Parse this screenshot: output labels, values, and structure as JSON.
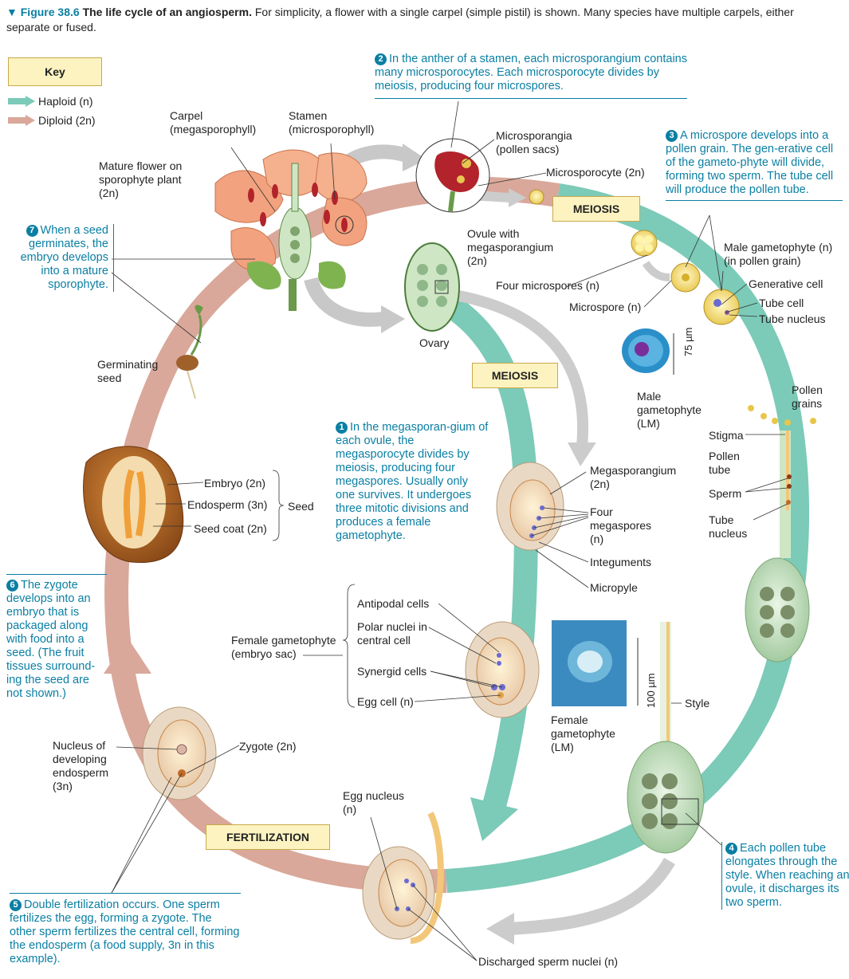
{
  "caption": {
    "figure": "▼ Figure 38.6",
    "title": "The life cycle of an angiosperm.",
    "text": "For simplicity, a flower with a single carpel (simple pistil) is shown. Many species have multiple carpels, either separate or fused."
  },
  "key": {
    "title": "Key",
    "haploid": "Haploid (n)",
    "diploid": "Diploid (2n)",
    "haploid_color": "#7ccab8",
    "diploid_color": "#d9a89a"
  },
  "stages": {
    "meiosis_top": "MEIOSIS",
    "meiosis_mid": "MEIOSIS",
    "fertilization": "FERTILIZATION"
  },
  "steps": {
    "s1": {
      "num": "1",
      "text": "In the megasporan-gium of each ovule, the megasporocyte divides by meiosis, producing four megaspores. Usually only one survives. It undergoes three mitotic divisions and produces a female gametophyte."
    },
    "s2": {
      "num": "2",
      "text": "In the anther of a stamen, each microsporangium contains many microsporocytes. Each microsporocyte divides by meiosis, producing four microspores."
    },
    "s3": {
      "num": "3",
      "text": "A microspore develops into a pollen grain. The gen-erative cell of the gameto-phyte will divide, forming two sperm. The tube cell will produce the pollen tube."
    },
    "s4": {
      "num": "4",
      "text": "Each pollen tube elongates through the style. When reaching an ovule, it discharges its two sperm."
    },
    "s5": {
      "num": "5",
      "text": "Double fertilization occurs. One sperm fertilizes the egg, forming a zygote. The other sperm fertilizes the central cell, forming the endosperm (a food supply, 3n in this example)."
    },
    "s6": {
      "num": "6",
      "text": "The zygote develops into an embryo that is packaged along with food into a seed. (The fruit tissues surround-ing the seed are not shown.)"
    },
    "s7": {
      "num": "7",
      "text": "When a seed germinates, the embryo develops into a mature sporophyte."
    }
  },
  "labels": {
    "carpel": "Carpel (megasporophyll)",
    "stamen": "Stamen (microsporophyll)",
    "mature_flower": "Mature flower on sporophyte plant (2n)",
    "microsporangia": "Microsporangia (pollen sacs)",
    "microsporocyte": "Microsporocyte (2n)",
    "ovule": "Ovule with megasporangium (2n)",
    "four_microspores": "Four microspores (n)",
    "microspore": "Microspore (n)",
    "male_gametophyte": "Male gametophyte (n) (in pollen grain)",
    "generative_cell": "Generative cell",
    "tube_cell": "Tube cell",
    "tube_nucleus": "Tube nucleus",
    "ovary": "Ovary",
    "scale_75": "75 µm",
    "male_gametophyte_lm": "Male gametophyte (LM)",
    "pollen_grains": "Pollen grains",
    "stigma": "Stigma",
    "pollen_tube": "Pollen tube",
    "sperm": "Sperm",
    "tube_nucleus2": "Tube nucleus",
    "germinating_seed": "Germinating seed",
    "embryo": "Embryo (2n)",
    "endosperm": "Endosperm (3n)",
    "seed_coat": "Seed coat (2n)",
    "seed": "Seed",
    "megasporangium": "Megasporangium (2n)",
    "four_megaspores": "Four megaspores (n)",
    "integuments": "Integuments",
    "micropyle": "Micropyle",
    "antipodal": "Antipodal cells",
    "polar": "Polar nuclei in central cell",
    "female_gametophyte": "Female gametophyte (embryo sac)",
    "synergid": "Synergid cells",
    "egg_cell": "Egg cell (n)",
    "scale_100": "100 µm",
    "female_gametophyte_lm": "Female gametophyte (LM)",
    "style": "Style",
    "nucleus_endosperm": "Nucleus of developing endosperm (3n)",
    "zygote": "Zygote (2n)",
    "egg_nucleus": "Egg nucleus (n)",
    "discharged": "Discharged sperm nuclei (n)"
  }
}
